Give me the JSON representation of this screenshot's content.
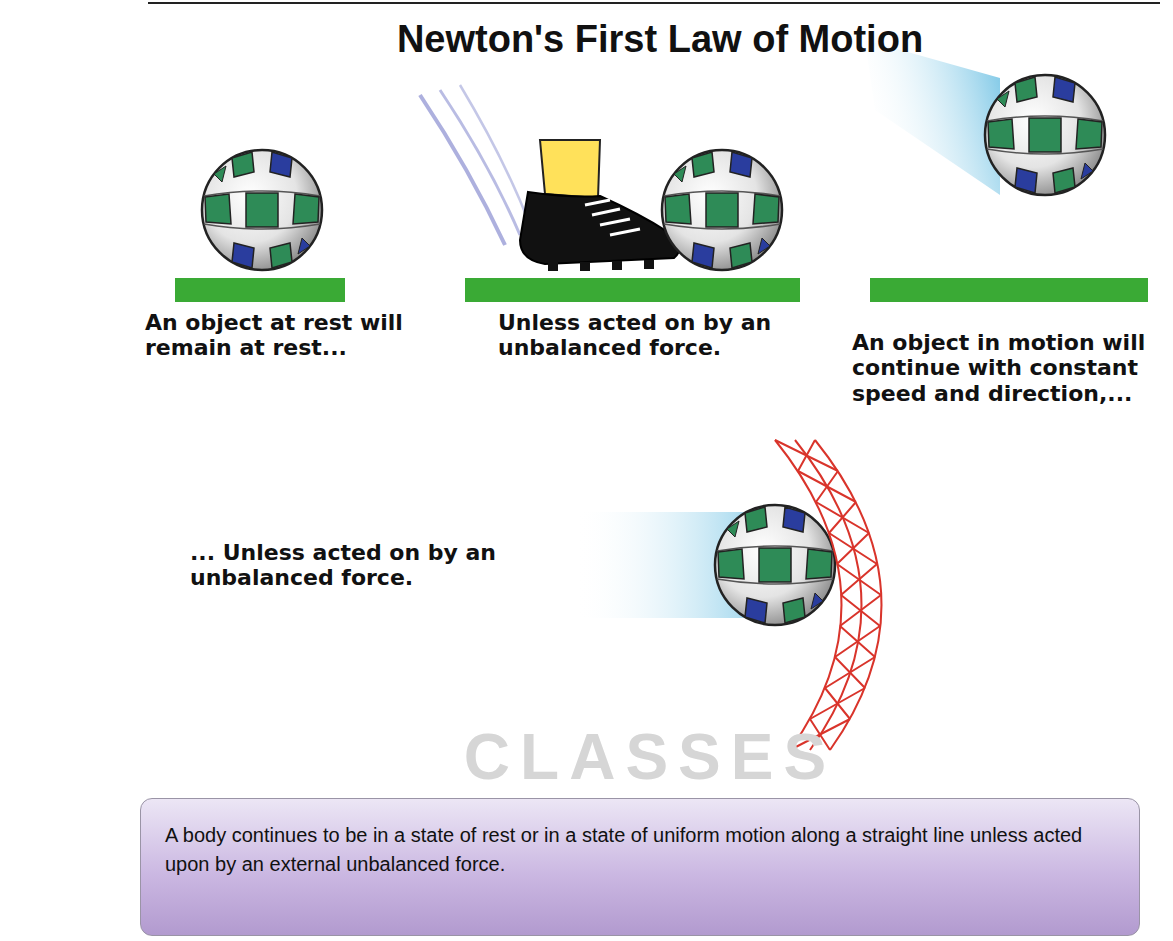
{
  "diagram": {
    "title": "Newton's First Law of Motion",
    "nodes": [
      {
        "text": [
          "A body continues to be in a state of rest or in a state of uniform motion along a straight line unless acted upon by an external unbalanced force."
        ]
      }
    ],
    "labels": [
      "An object at rest will remain at rest...",
      "Unless acted on by an unbalanced force.",
      "An object in motion will continue with constant speed and direction,...",
      "... Unless acted on by an unbalanced force.",
      "CLASSES"
    ]
  }
}
